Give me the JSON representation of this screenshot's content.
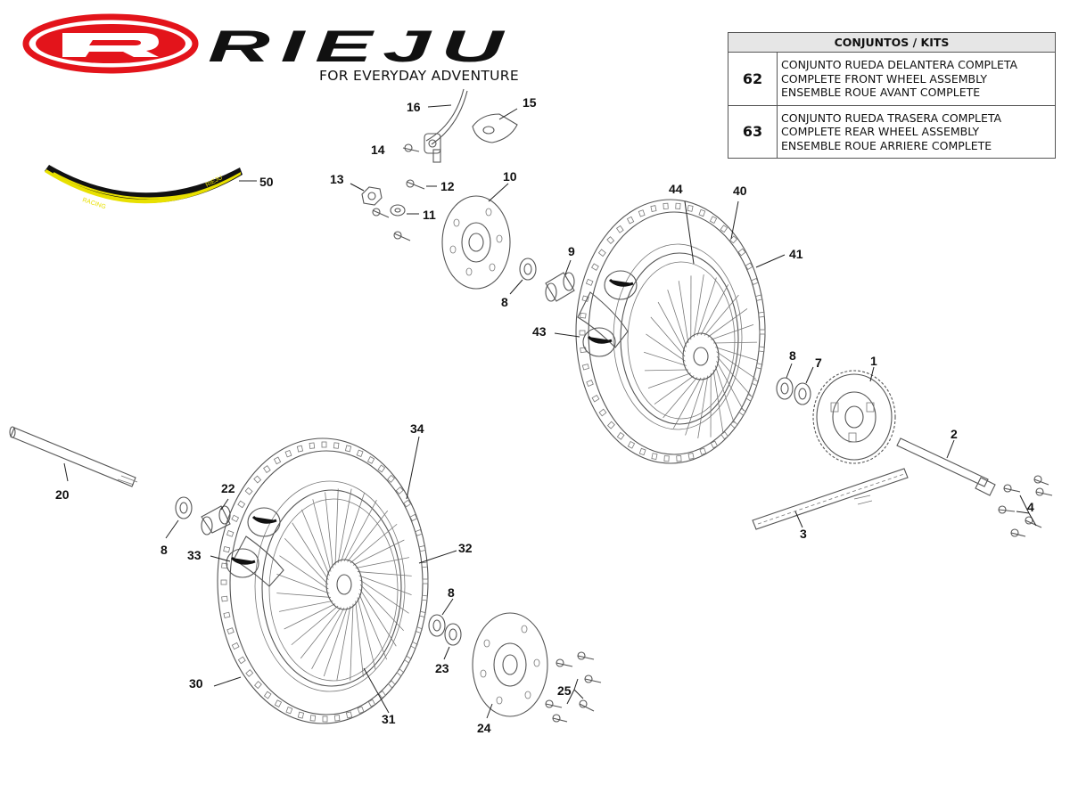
{
  "brand": {
    "logo_mark": "R",
    "name": "RIEJU",
    "tagline": "FOR EVERYDAY ADVENTURE",
    "colors": {
      "logo_red": "#e3141b",
      "logo_black": "#111111"
    }
  },
  "kits_table": {
    "header": "CONJUNTOS / KITS",
    "rows": [
      {
        "code": "62",
        "lines": [
          "CONJUNTO RUEDA DELANTERA COMPLETA",
          "COMPLETE FRONT WHEEL ASSEMBLY",
          "ENSEMBLE ROUE AVANT COMPLETE"
        ]
      },
      {
        "code": "63",
        "lines": [
          "CONJUNTO RUEDA TRASERA COMPLETA",
          "COMPLETE REAR WHEEL ASSEMBLY",
          "ENSEMBLE ROUE ARRIERE COMPLETE"
        ]
      }
    ]
  },
  "callouts": {
    "c1": "1",
    "c2": "2",
    "c3": "3",
    "c4": "4",
    "c7": "7",
    "c8a": "8",
    "c8b": "8",
    "c8c": "8",
    "c8d": "8",
    "c9": "9",
    "c10": "10",
    "c11": "11",
    "c12": "12",
    "c13": "13",
    "c14": "14",
    "c15": "15",
    "c16": "16",
    "c20": "20",
    "c22": "22",
    "c23": "23",
    "c24": "24",
    "c25": "25",
    "c30": "30",
    "c31": "31",
    "c32": "32",
    "c33": "33",
    "c34": "34",
    "c40": "40",
    "c41": "41",
    "c43": "43",
    "c44": "44",
    "c50": "50"
  },
  "rim_sticker": {
    "text_left": "RACING",
    "text_right": "RIEJU",
    "color_band": "#e8e000",
    "color_body": "#111111"
  }
}
